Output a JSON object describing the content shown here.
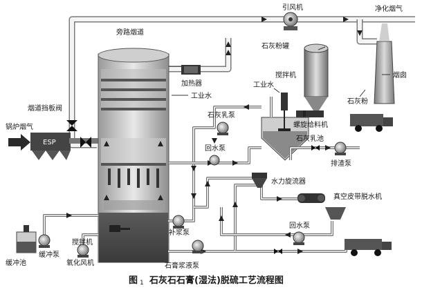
{
  "labels": {
    "boiler_flue_gas": "锅炉烟气",
    "esp": "ESP",
    "flue_baffle_valve": "烟道挡板阀",
    "bypass_duct": "旁路烟道",
    "induced_draft_fan": "引风机",
    "clean_flue_gas": "净化烟气",
    "heater": "加热器",
    "process_water_top": "工业水",
    "lime_powder_tank": "石灰粉罐",
    "stirrer_top": "搅拌机",
    "process_water_right": "工业水",
    "chimney": "烟囱",
    "lime_powder": "石灰粉",
    "screw_feeder": "螺旋给料机",
    "lime_milk_pump": "石灰乳泵",
    "lime_milk_tank": "石灰乳池",
    "return_pump_mid": "回水泵",
    "slag_pump": "排渣泵",
    "hydrocyclone": "水力旋流器",
    "vacuum_belt_filter": "真空皮带脱水机",
    "makeup_pump": "补浆泵",
    "return_pump_bottom": "回水泵",
    "buffer_tank": "缓冲池",
    "buffer_pump": "缓冲泵",
    "stirrer_bottom": "搅拌机",
    "oxidation_fan": "氧化风机",
    "gypsum_slurry_pump": "石膏浆液泵"
  },
  "caption": {
    "figure_no": "图",
    "figure_index": "1",
    "title": "石灰石石膏(湿法)脱硫工艺流程图"
  }
}
